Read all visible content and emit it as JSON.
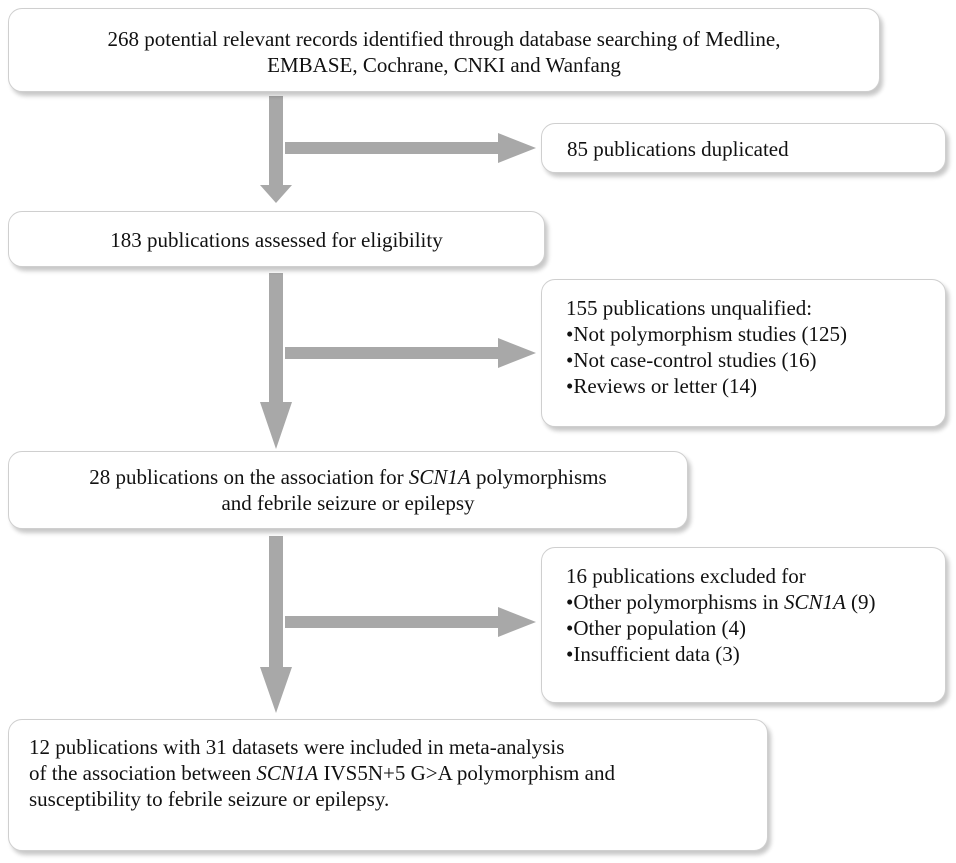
{
  "boxes": {
    "identified": {
      "lines": [
        "268 potential relevant records identified through database searching of Medline,",
        "EMBASE, Cochrane, CNKI and Wanfang"
      ]
    },
    "duplicated": {
      "text": "85 publications duplicated"
    },
    "assessed": {
      "text": "183 publications assessed for eligibility"
    },
    "unqualified": {
      "heading": "155 publications unqualified:",
      "items": [
        "Not polymorphism studies (125)",
        "Not case-control studies (16)",
        "Reviews or letter (14)"
      ]
    },
    "association": {
      "line1_pre": "28 publications on the association for ",
      "gene": "SCN1A",
      "line1_post": " polymorphisms",
      "line2": "and febrile seizure or epilepsy"
    },
    "excluded": {
      "heading": "16 publications excluded for",
      "item1_pre": "Other polymorphisms in ",
      "item1_gene": "SCN1A",
      "item1_post": " (9)",
      "item2": "Other population (4)",
      "item3": "Insufficient data (3)"
    },
    "included": {
      "line1": "12 publications with 31 datasets were included in meta-analysis",
      "line2_pre": "of the association between ",
      "line2_gene": "SCN1A",
      "line2_post": " IVS5N+5 G>A polymorphism and",
      "line3": "susceptibility to febrile seizure or epilepsy."
    }
  },
  "colors": {
    "arrow": "#a8a8a8",
    "border": "#cfcfcf"
  }
}
